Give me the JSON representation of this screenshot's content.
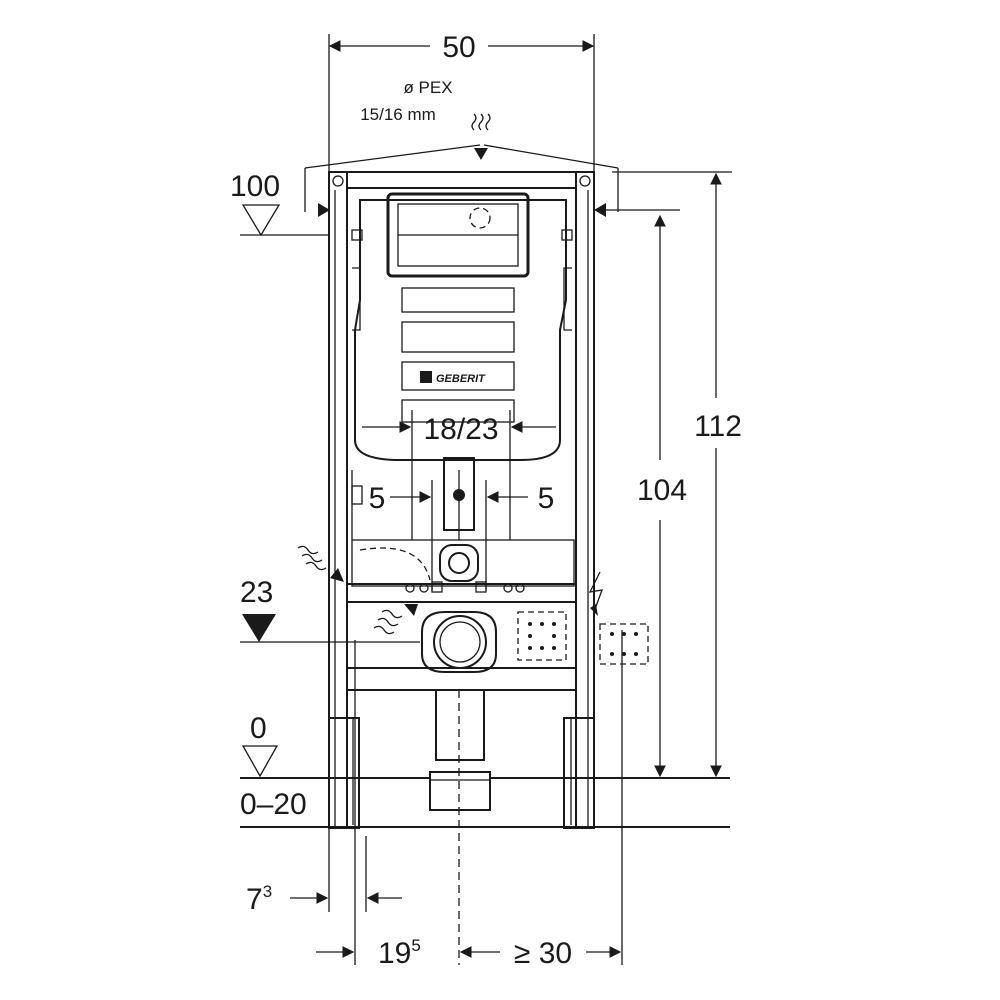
{
  "dimensions": {
    "overall_width": "50",
    "pex_label_line1": "ø PEX",
    "pex_label_line2": "15/16 mm",
    "level_top": "100",
    "height_overall": "112",
    "height_to_flange": "104",
    "flush_span": "18/23",
    "offset_left": "5",
    "offset_right": "5",
    "level_supply": "23",
    "level_floor": "0",
    "floor_range": "0–20",
    "wall_gap_base": "7",
    "wall_gap_exp": "3",
    "frame_depth_base": "19",
    "frame_depth_exp": "5",
    "side_clearance": "≥ 30"
  },
  "logo_text": "GEBERIT",
  "icons": [
    "water-supply-icon",
    "electrical-supply-icon",
    "level-marker-icon",
    "dimension-arrow-icon"
  ]
}
